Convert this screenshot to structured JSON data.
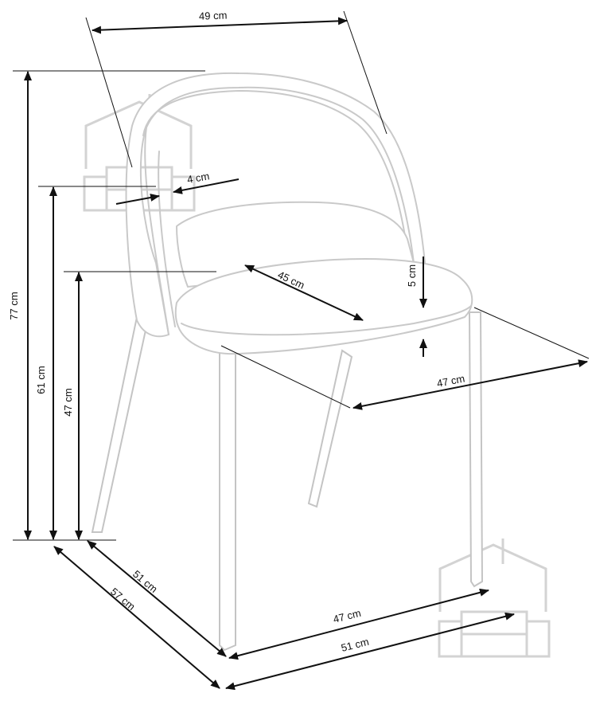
{
  "dimensions": {
    "back_width": "49 cm",
    "total_height": "77 cm",
    "armrest_height": "61 cm",
    "seat_height": "47 cm",
    "back_thickness": "4 cm",
    "seat_depth": "45 cm",
    "seat_thickness": "5 cm",
    "seat_width": "47 cm",
    "leg_depth": "51 cm",
    "total_depth": "57 cm",
    "leg_width": "47 cm",
    "total_width": "51 cm"
  },
  "icons": {
    "watermark": "house-armchair-icon"
  },
  "colors": {
    "ink": "#111111",
    "chair_outline": "#c9c9c9",
    "watermark": "#d3d3d3"
  }
}
